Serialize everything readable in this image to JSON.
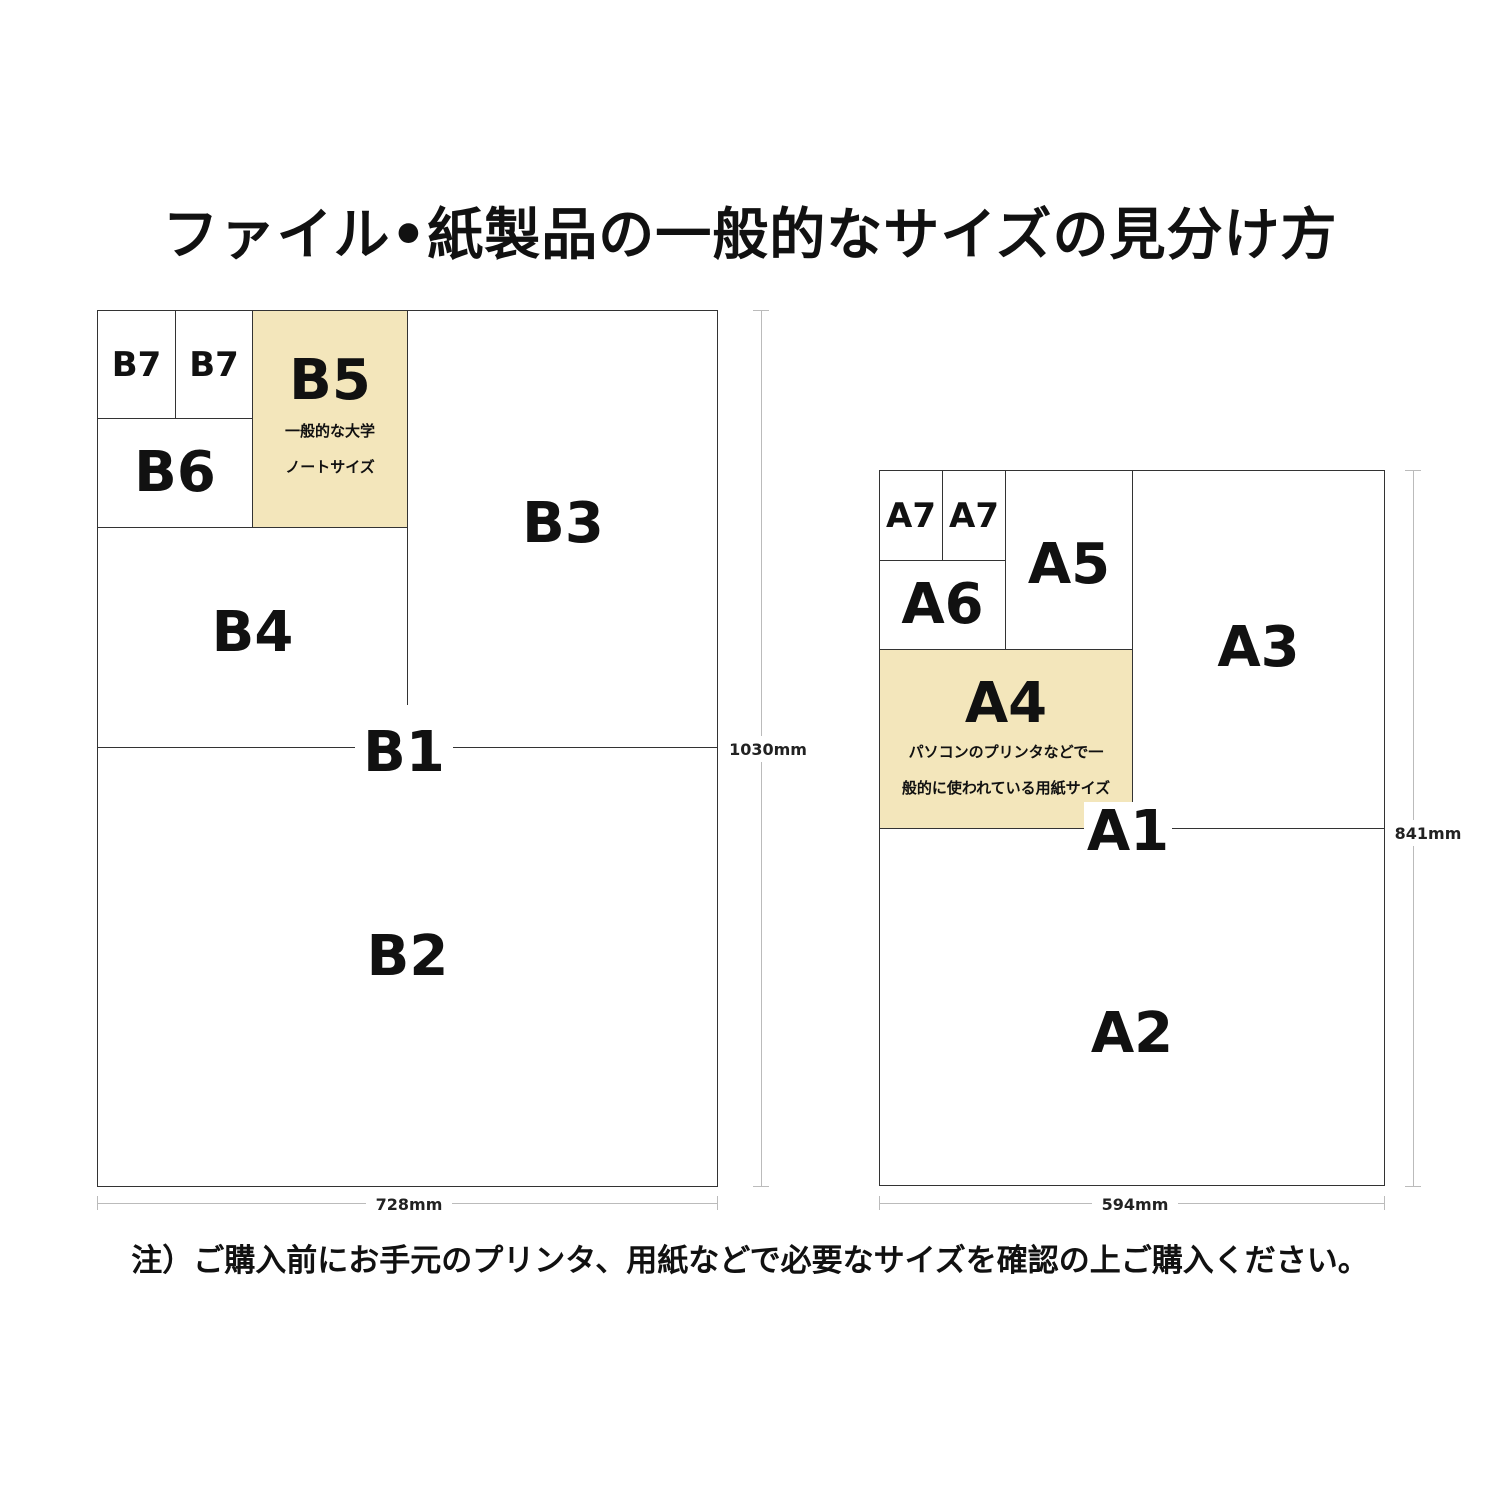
{
  "title": "ファイル•紙製品の一般的なサイズの見分け方",
  "note": "注）ご購入前にお手元のプリンタ、用紙などで必要なサイズを確認の上ご購入ください。",
  "b_series": {
    "b1": "B1",
    "b2": "B2",
    "b3": "B3",
    "b4": "B4",
    "b5": "B5",
    "b5_desc_line1": "一般的な大学",
    "b5_desc_line2": "ノートサイズ",
    "b6": "B6",
    "b7": "B7",
    "width_label": "728mm",
    "height_label": "1030mm"
  },
  "a_series": {
    "a1": "A1",
    "a2": "A2",
    "a3": "A3",
    "a4": "A4",
    "a4_desc_line1": "パソコンのプリンタなどで一",
    "a4_desc_line2": "般的に使われている用紙サイズ",
    "a5": "A5",
    "a6": "A6",
    "a7": "A7",
    "width_label": "594mm",
    "height_label": "841mm"
  },
  "colors": {
    "highlight": "#f3e6bb",
    "line": "#333333"
  }
}
